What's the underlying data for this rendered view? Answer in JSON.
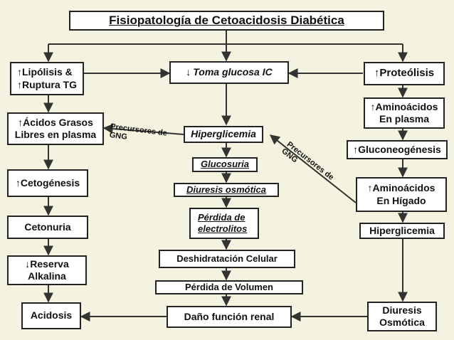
{
  "title": "Fisiopatología de Cetoacidosis Diabética",
  "center": {
    "toma_glucosa": "Toma glucosa IC",
    "hiperglicemia": "Hiperglicemia",
    "glucosuria": "Glucosuria",
    "diuresis": "Diuresis osmótica",
    "perdida_electrolitos_1": "Pérdida de",
    "perdida_electrolitos_2": "electrolitos",
    "deshidratacion": "Deshidratación Celular",
    "perdida_volumen": "Pérdida de Volumen",
    "dano_renal": "Daño función renal"
  },
  "left": {
    "lipolisis_1": "Lipólisis &",
    "lipolisis_2": "Ruptura TG",
    "acidos_1": "Ácidos Grasos",
    "acidos_2": "Libres en plasma",
    "cetogenesis": "Cetogénesis",
    "cetonuria": "Cetonuria",
    "reserva_1": "Reserva",
    "reserva_2": "Alkalina",
    "acidosis": "Acidosis"
  },
  "right": {
    "proteolisis": "Proteólisis",
    "aminoacidos_plasma_1": "Aminoácidos",
    "aminoacidos_plasma_2": "En plasma",
    "gluconeogenesis": "Gluconeogénesis",
    "aminoacidos_higado_1": "Aminoácidos",
    "aminoacidos_higado_2": "En Hígado",
    "hiperglicemia": "Hiperglicemia",
    "diuresis_1": "Diuresis",
    "diuresis_2": "Osmótica"
  },
  "labels": {
    "precursores_left_1": "Precursores de",
    "precursores_left_2": "GNG",
    "precursores_right_1": "Precursores de",
    "precursores_right_2": "GNG"
  }
}
